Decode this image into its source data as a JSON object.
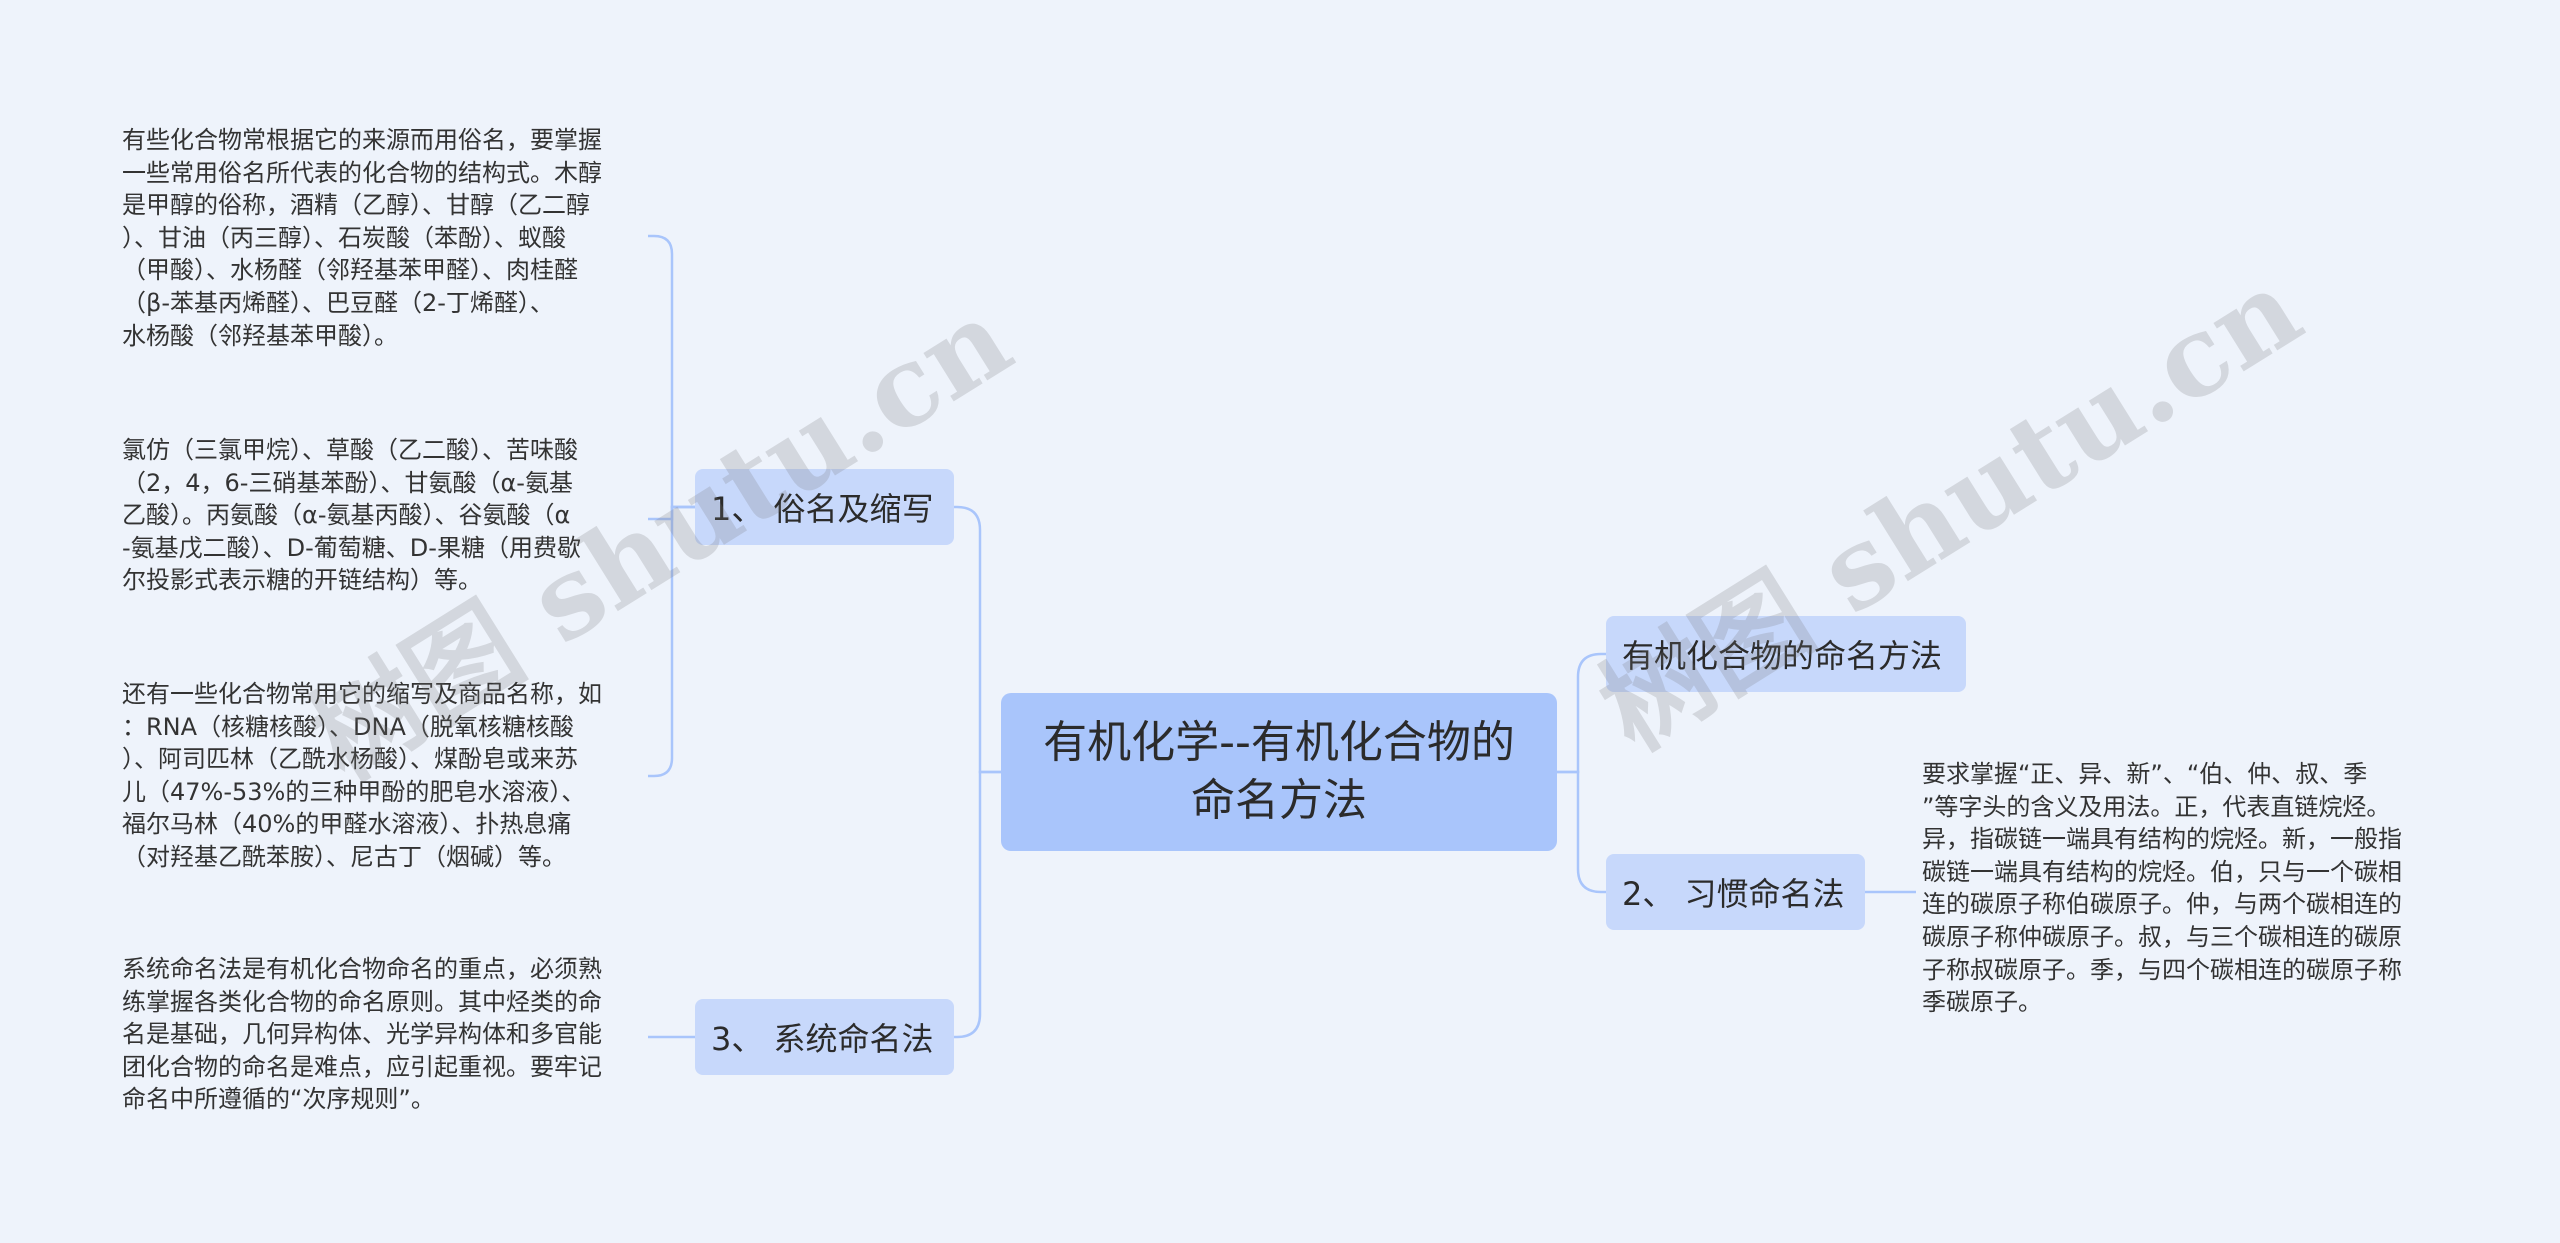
{
  "colors": {
    "background": "#eef3fb",
    "root_fill": "#a9c5fb",
    "branch_fill": "#c7d8fb",
    "connector": "#a9c5fb"
  },
  "root": {
    "title": "有机化学--有机化合物的命名方法"
  },
  "branches": {
    "common_names": {
      "label": "1、 俗名及缩写",
      "leaves": [
        "有些化合物常根据它的来源而用俗名，要掌握\n一些常用俗名所代表的化合物的结构式。木醇\n是甲醇的俗称，酒精（乙醇）、甘醇（乙二醇\n）、甘油（丙三醇）、石炭酸（苯酚）、蚁酸\n（甲酸）、水杨醛（邻羟基苯甲醛）、肉桂醛\n（β-苯基丙烯醛）、巴豆醛（2-丁烯醛）、\n水杨酸（邻羟基苯甲酸）。",
        "氯仿（三氯甲烷）、草酸（乙二酸）、苦味酸\n（2，4，6-三硝基苯酚）、甘氨酸（α-氨基\n乙酸）。丙氨酸（α-氨基丙酸）、谷氨酸（α\n-氨基戊二酸）、D-葡萄糖、D-果糖（用费歇\n尔投影式表示糖的开链结构）等。",
        "还有一些化合物常用它的缩写及商品名称，如\n：RNA（核糖核酸）、DNA（脱氧核糖核酸\n）、阿司匹林（乙酰水杨酸）、煤酚皂或来苏\n儿（47%-53%的三种甲酚的肥皂水溶液）、\n福尔马林（40%的甲醛水溶液）、扑热息痛\n（对羟基乙酰苯胺）、尼古丁（烟碱）等。"
      ]
    },
    "systematic": {
      "label": "3、 系统命名法",
      "leaves": [
        "系统命名法是有机化合物命名的重点，必须熟\n练掌握各类化合物的命名原则。其中烃类的命\n名是基础，几何异构体、光学异构体和多官能\n团化合物的命名是难点，应引起重视。要牢记\n命名中所遵循的“次序规则”。"
      ]
    },
    "method": {
      "label": "有机化合物的命名方法"
    },
    "customary": {
      "label": "2、 习惯命名法",
      "leaves": [
        "要求掌握“正、异、新”、“伯、仲、叔、季\n”等字头的含义及用法。正，代表直链烷烃。\n异，指碳链一端具有结构的烷烃。新，一般指\n碳链一端具有结构的烷烃。伯，只与一个碳相\n连的碳原子称伯碳原子。仲，与两个碳相连的\n碳原子称仲碳原子。叔，与三个碳相连的碳原\n子称叔碳原子。季，与四个碳相连的碳原子称\n季碳原子。"
      ]
    }
  },
  "watermark": {
    "text": "树图 shutu.cn"
  }
}
